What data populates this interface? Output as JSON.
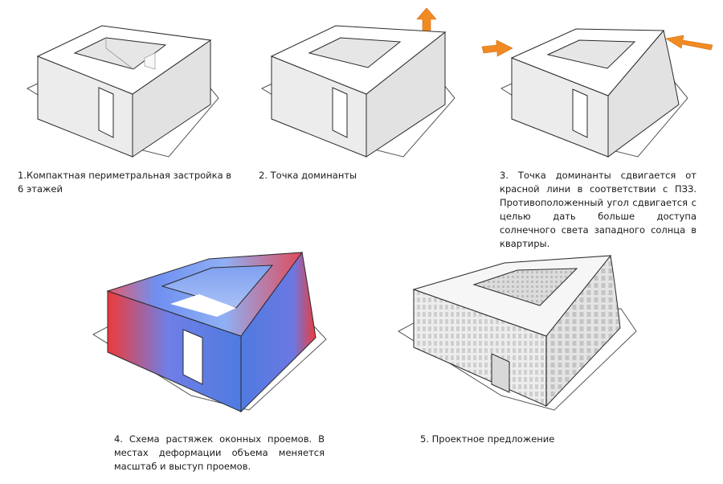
{
  "steps": [
    {
      "caption": "1.Компактная периметральная застройка в 6 этажей"
    },
    {
      "caption": "2. Точка доминанты"
    },
    {
      "caption": "3. Точка доминанты сдвигается от красной лини в соответствии с ПЗЗ. Противоположенный угол сдвигается с целью дать больше доступа солнечного света западного солнца в квартиры."
    },
    {
      "caption": "4. Схема растяжек оконных проемов. В местах деформации объема меняется масштаб и выступ проемов."
    },
    {
      "caption": "5. Проектное предложение"
    }
  ],
  "colors": {
    "arrow": "#f28a24",
    "gradient_red": "#ee3a3a",
    "gradient_blue": "#4f7be0",
    "wall_light": "#ececec",
    "wall_dark": "#e2e2e2",
    "roof": "#ffffff",
    "outline": "#2a2a2a",
    "base": "#ffffff"
  }
}
